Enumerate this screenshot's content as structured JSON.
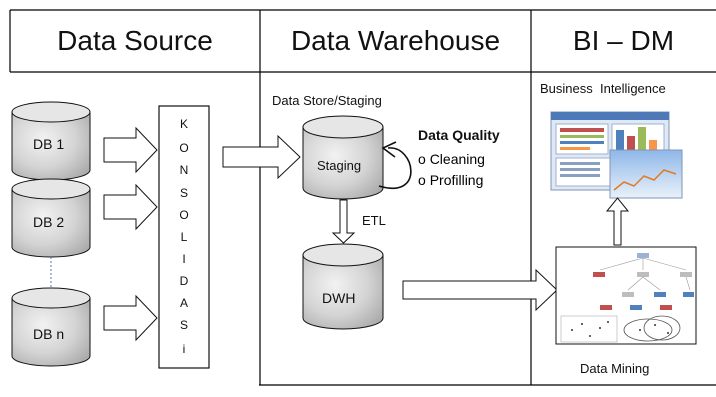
{
  "headers": {
    "data_source": "Data Source",
    "data_warehouse": "Data Warehouse",
    "bi_dm": "BI – DM"
  },
  "sources": [
    "DB 1",
    "DB 2",
    "DB n"
  ],
  "konsolidasi_letters": [
    "K",
    "O",
    "N",
    "S",
    "O",
    "L",
    "I",
    "D",
    "A",
    "S",
    "i"
  ],
  "warehouse": {
    "store_label": "Data Store/Staging",
    "staging": "Staging",
    "etl": "ETL",
    "dwh": "DWH",
    "quality_title": "Data Quality",
    "quality_items": [
      "Cleaning",
      "Profilling"
    ]
  },
  "bi": {
    "bi_label": "Business  Intelligence",
    "dm_label": "Data Mining"
  },
  "colors": {
    "line": "#000000",
    "cylinder_fill": "#d6d6d6",
    "connector": "#4a78c2"
  }
}
